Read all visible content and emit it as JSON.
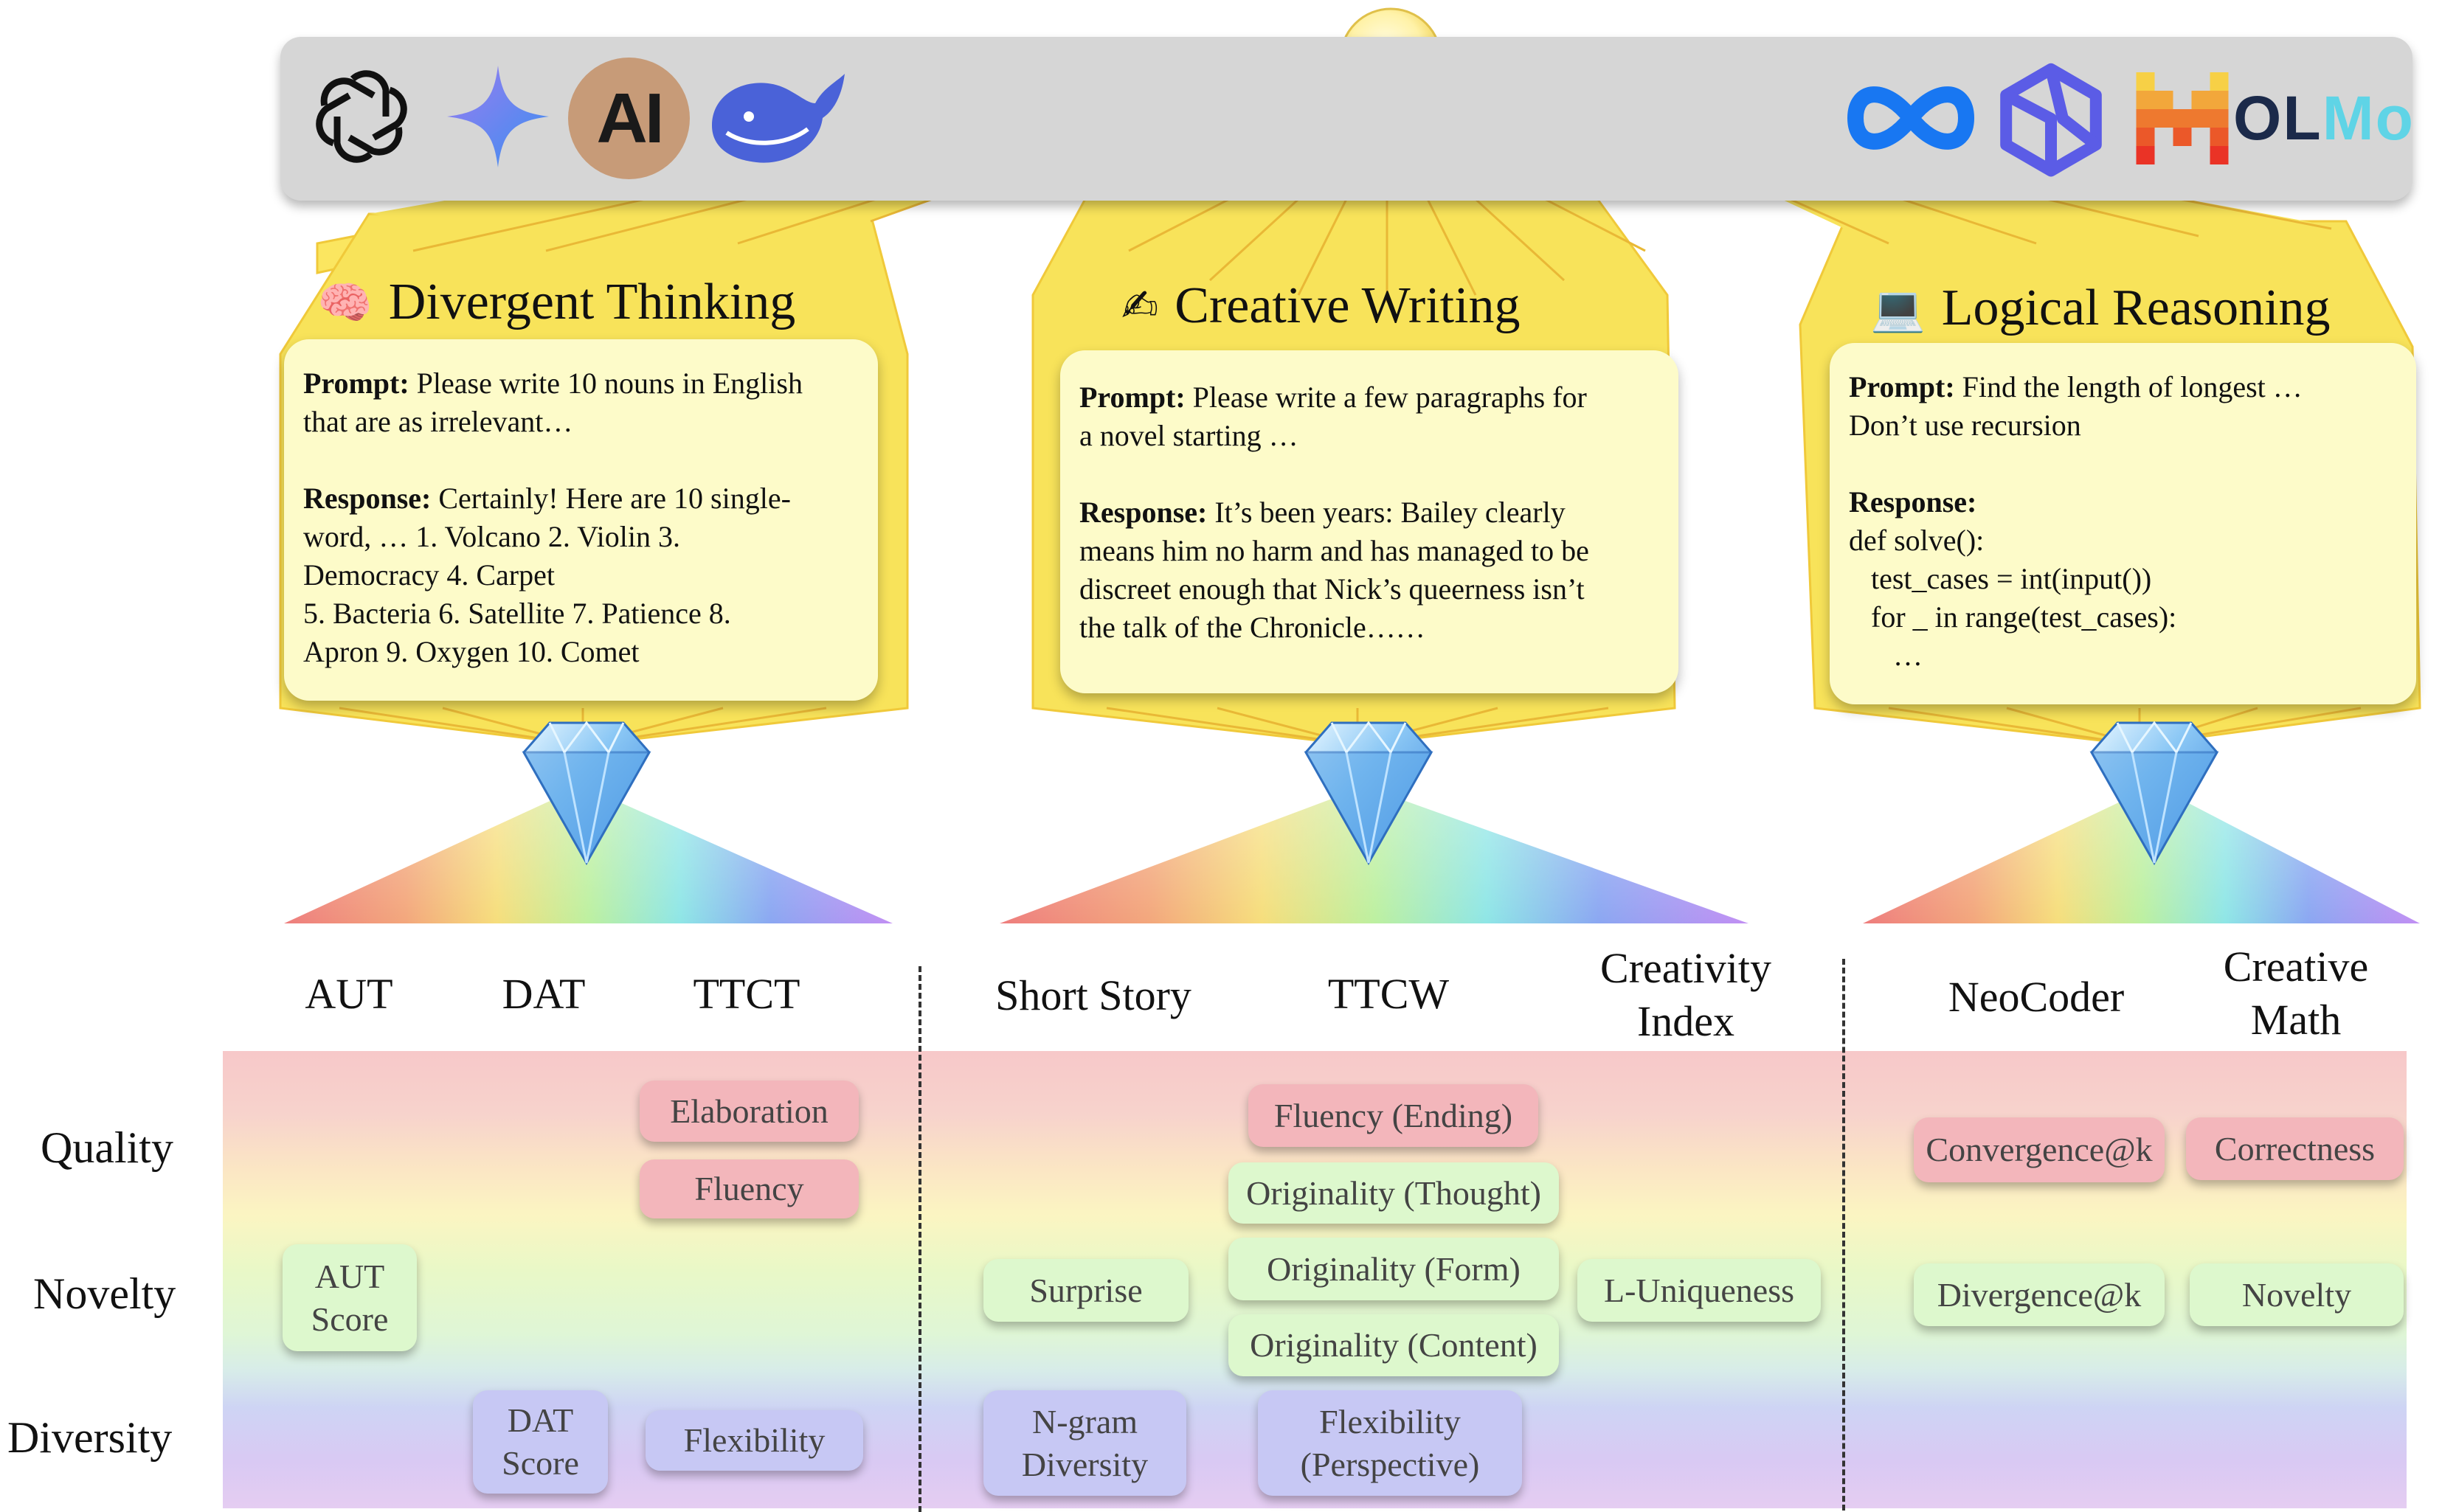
{
  "logos": {
    "left": [
      {
        "name": "openai-logo-icon"
      },
      {
        "name": "gemini-star-icon",
        "color": "#4f8cf0"
      },
      {
        "name": "anthropic-logo-icon",
        "text": "AI",
        "color": "#c79b78"
      },
      {
        "name": "deepseek-whale-icon",
        "color": "#4a62d8"
      }
    ],
    "right": [
      {
        "name": "meta-infinity-icon",
        "color": "#1877f2"
      },
      {
        "name": "qwen-star-icon",
        "color": "#5b5ce6"
      },
      {
        "name": "mistral-logo-icon",
        "color": "#f2a20b"
      },
      {
        "name": "olmo-logo-icon",
        "text": "OLMo",
        "color": "#1b2a4a",
        "accent": "#5fd4e6"
      }
    ]
  },
  "panels": [
    {
      "title": "Divergent Thinking",
      "emoji": "🧠",
      "prompt_label": "Prompt:",
      "prompt_lines": [
        "Please write 10 nouns in English",
        "that are as irrelevant…"
      ],
      "response_label": "Response:",
      "response_lines": [
        "Certainly! Here are 10 single-",
        "word, … 1. Volcano 2. Violin 3.",
        "Democracy 4. Carpet",
        "5. Bacteria 6. Satellite 7. Patience 8.",
        "Apron 9. Oxygen 10. Comet"
      ]
    },
    {
      "title": "Creative Writing",
      "emoji": "✍",
      "prompt_label": "Prompt:",
      "prompt_lines": [
        "Please write a few paragraphs for",
        "a novel starting …"
      ],
      "response_label": "Response:",
      "response_lines": [
        "It’s been years: Bailey clearly",
        "means him no harm and has managed to be",
        "discreet enough that Nick’s queerness isn’t",
        "the talk of the Chronicle……"
      ]
    },
    {
      "title": "Logical Reasoning",
      "emoji": "💻",
      "prompt_label": "Prompt:",
      "prompt_lines": [
        "Find the length of longest …",
        "Don’t use recursion"
      ],
      "response_label": "Response:",
      "response_lines": [
        "def solve():",
        "   test_cases = int(input())",
        "   for _ in range(test_cases):",
        "      …"
      ]
    }
  ],
  "columns": [
    {
      "label": "AUT"
    },
    {
      "label": "DAT"
    },
    {
      "label": "TTCT"
    },
    {
      "label": "Short Story"
    },
    {
      "label": "TTCW"
    },
    {
      "label": "Creativity Index",
      "lines": [
        "Creativity",
        "Index"
      ]
    },
    {
      "label": "NeoCoder"
    },
    {
      "label": "Creative Math",
      "lines": [
        "Creative",
        "Math"
      ]
    }
  ],
  "rows": [
    {
      "label": "Quality",
      "color": "#f3b6bb"
    },
    {
      "label": "Novelty",
      "color": "#ddf8cd"
    },
    {
      "label": "Diversity",
      "color": "#c7c8f4"
    }
  ],
  "metrics": {
    "elaboration": "Elaboration",
    "fluency": "Fluency",
    "aut_score": [
      "AUT",
      "Score"
    ],
    "dat_score": [
      "DAT",
      "Score"
    ],
    "flexibility": "Flexibility",
    "fluency_ending": "Fluency (Ending)",
    "originality_thought": "Originality (Thought)",
    "originality_form": "Originality (Form)",
    "originality_content": "Originality (Content)",
    "surprise": "Surprise",
    "ngram_diversity": [
      "N-gram",
      "Diversity"
    ],
    "flexibility_perspective": [
      "Flexibility",
      "(Perspective)"
    ],
    "l_uniqueness": "L-Uniqueness",
    "convergence_k": "Convergence@k",
    "divergence_k": "Divergence@k",
    "correctness": "Correctness",
    "novelty": "Novelty"
  }
}
